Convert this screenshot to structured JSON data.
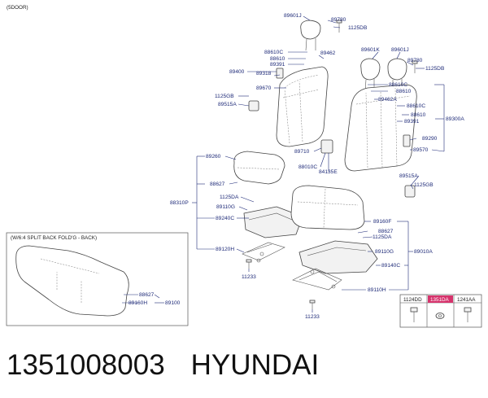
{
  "header": {
    "variant": "(5DOOR)"
  },
  "inset": {
    "caption": "(W/6:4 SPLIT BACK FOLD'G - BACK)"
  },
  "callouts": {
    "c89601J_a": "89601J",
    "c89780_a": "89780",
    "c1125DB_a": "1125DB",
    "c88610C_a": "88610C",
    "c88610_a": "88610",
    "c89391_a": "89391",
    "c89462_a": "89462",
    "c89400": "89400",
    "c89318": "89318",
    "c89670": "89670",
    "c1125GB_a": "1125GB",
    "c89515A_a": "89515A",
    "c89601K": "89601K",
    "c89601J_b": "89601J",
    "c89780_b": "89780",
    "c1125DB_b": "1125DB",
    "c88610C_b": "88610C",
    "c88610_b": "88610",
    "c89462A": "89462A",
    "c88610C_c": "88610C",
    "c88610_c": "88610",
    "c89391_b": "89391",
    "c89300A": "89300A",
    "c89290": "89290",
    "c89570": "89570",
    "c89710": "89710",
    "c88010C": "88010C",
    "c84135E": "84135E",
    "c89515A_b": "89515A",
    "c1125GB_b": "1125GB",
    "c89260": "89260",
    "c88627_a": "88627",
    "c88310P": "88310P",
    "c1125DA_a": "1125DA",
    "c89110G_a": "89110G",
    "c89240C": "89240C",
    "c89120H": "89120H",
    "c11233_a": "11233",
    "c89160F": "89160F",
    "c88627_b": "88627",
    "c1125DA_b": "1125DA",
    "c89110G_b": "89110G",
    "c89010A": "89010A",
    "c89140C": "89140C",
    "c89110H": "89110H",
    "c11233_b": "11233",
    "c88627_c": "88627",
    "c89160H": "89160H",
    "c89100": "89100"
  },
  "legend": {
    "cells": [
      "1124DD",
      "1351DA",
      "1241AA"
    ],
    "highlighted_index": 1,
    "highlight_color": "#d6336c"
  },
  "footer": {
    "part_number": "1351008003",
    "brand": "HYUNDAI"
  },
  "colors": {
    "callout": "#1e2a78",
    "outline": "#444444"
  }
}
